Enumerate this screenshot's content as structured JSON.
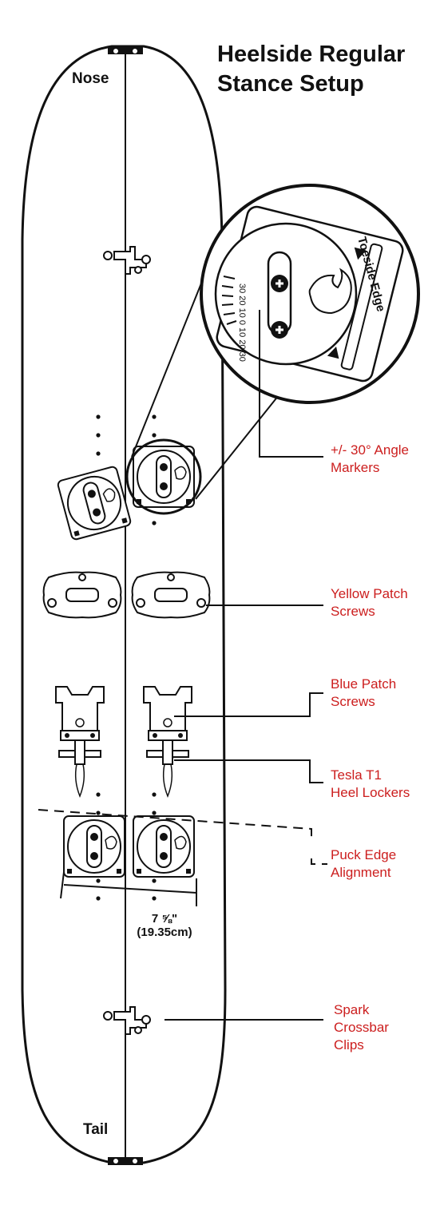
{
  "title": {
    "line1": "Heelside Regular",
    "line2": "Stance Setup"
  },
  "board": {
    "nose": "Nose",
    "tail": "Tail"
  },
  "puck_detail": {
    "edge_label": "Toeside Edge",
    "angle_scale": "30 20 10  0  10 20 30"
  },
  "callouts": {
    "angle_markers": {
      "line1": "+/- 30° Angle",
      "line2": "Markers"
    },
    "yellow_patch": {
      "line1": "Yellow Patch",
      "line2": "Screws"
    },
    "blue_patch": {
      "line1": "Blue Patch",
      "line2": "Screws"
    },
    "heel_lockers": {
      "line1": "Tesla T1",
      "line2": "Heel Lockers"
    },
    "puck_edge": {
      "line1": "Puck Edge",
      "line2": "Alignment"
    },
    "crossbar": {
      "line1": "Spark",
      "line2": "Crossbar",
      "line3": "Clips"
    }
  },
  "measurement": {
    "imperial": "7 ⅝\"",
    "metric": "(19.35cm)"
  },
  "colors": {
    "callout_text": "#cc1e1e",
    "line_art": "#111111"
  }
}
